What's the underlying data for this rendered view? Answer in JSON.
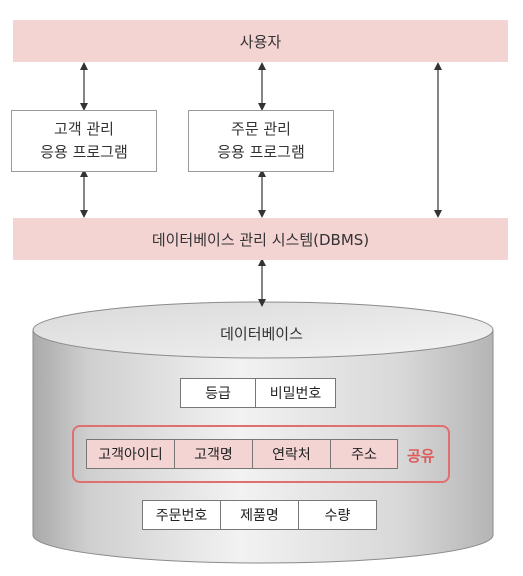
{
  "user_label": "사용자",
  "apps": [
    {
      "line1": "고객 관리",
      "line2": "응용 프로그램"
    },
    {
      "line1": "주문 관리",
      "line2": "응용 프로그램"
    }
  ],
  "dbms_label": "데이터베이스 관리 시스템(DBMS)",
  "database_label": "데이터베이스",
  "row1": [
    "등급",
    "비밀번호"
  ],
  "row2": [
    "고객아이디",
    "고객명",
    "연락처",
    "주소"
  ],
  "shared_label": "공유",
  "row3": [
    "주문번호",
    "제품명",
    "수량"
  ],
  "colors": {
    "band": "#f4d3d3",
    "shared_outline": "#e07070",
    "shared_text": "#e05a5a"
  }
}
